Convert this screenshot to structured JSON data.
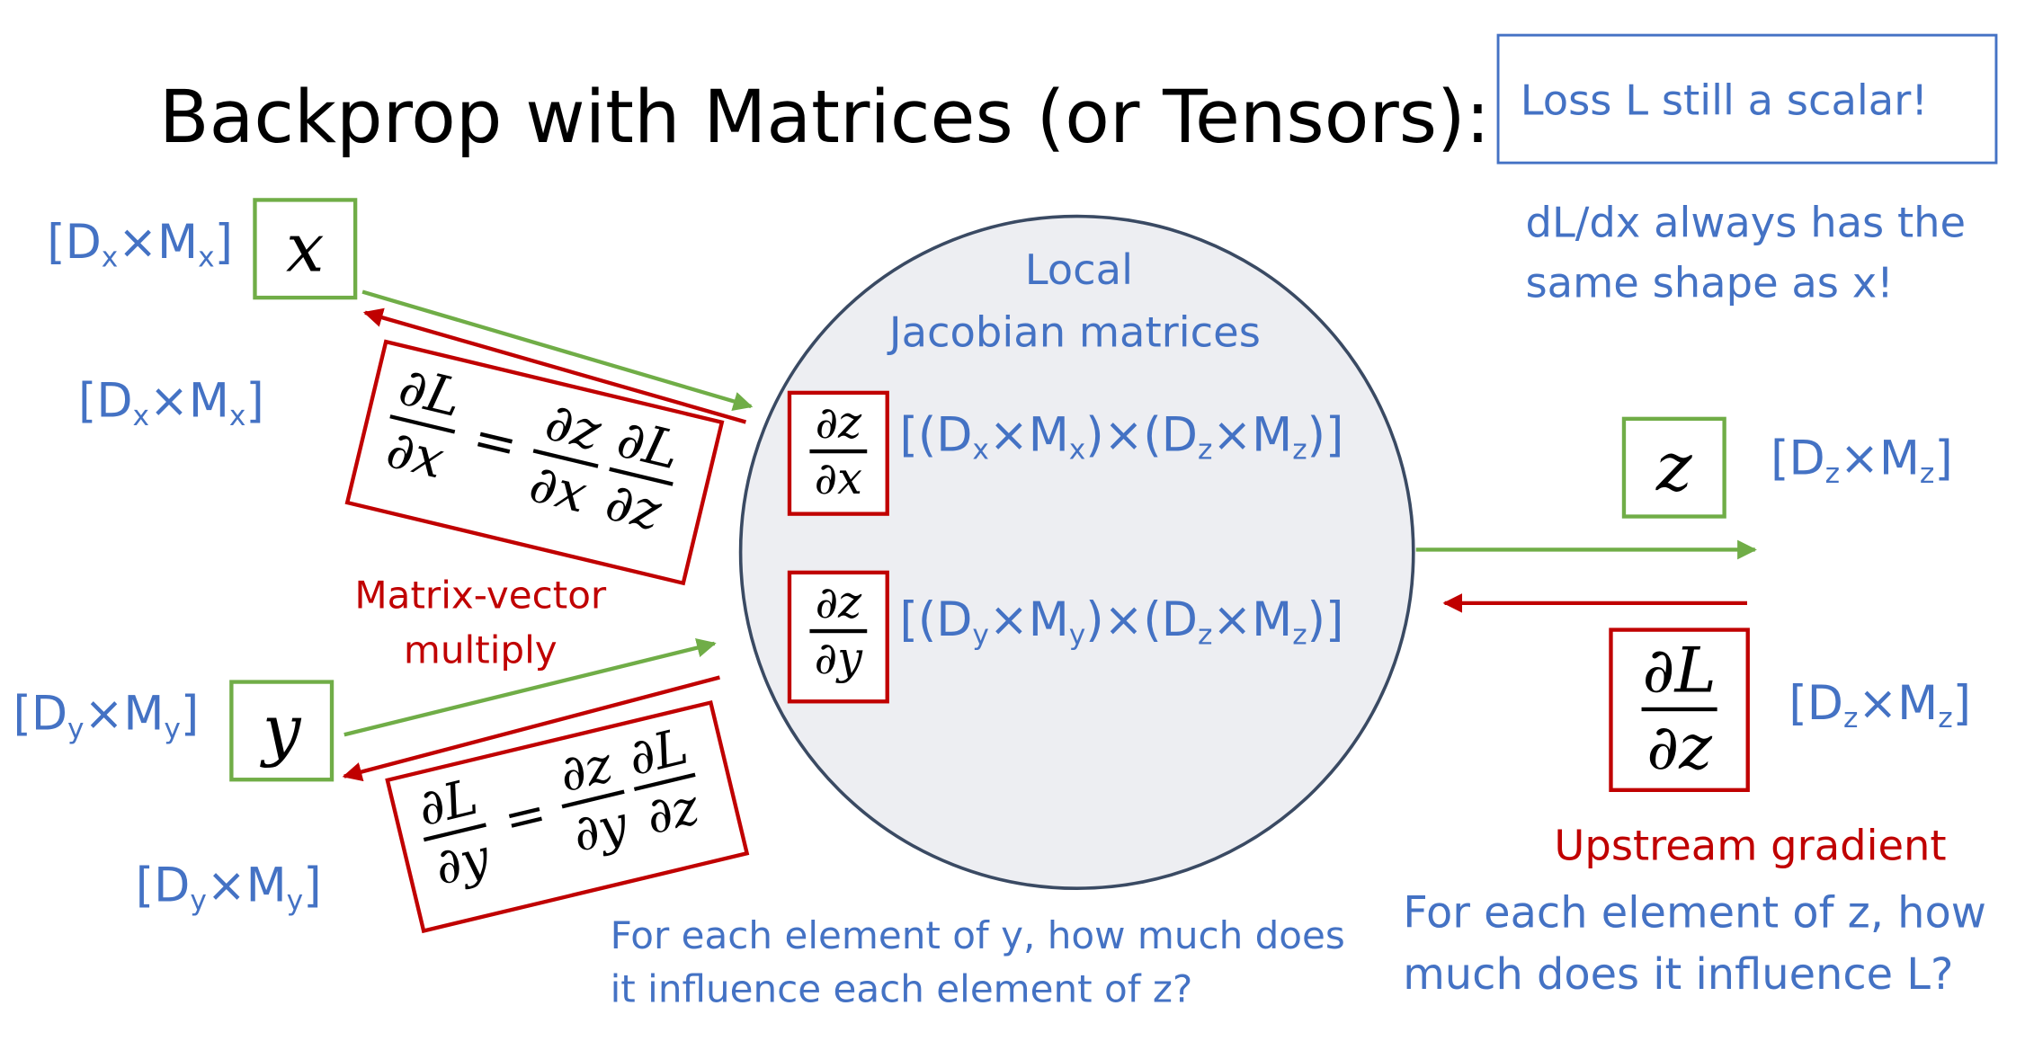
{
  "title": "Backprop with Matrices (or Tensors):",
  "loss_box": {
    "text": "Loss L still a scalar!"
  },
  "shape_note": {
    "line1": "dL/dx always has the",
    "line2": "same shape as x!"
  },
  "node": {
    "label_line1": "Local",
    "label_line2": "Jacobian matrices"
  },
  "variables": {
    "x": "x",
    "y": "y",
    "z": "z"
  },
  "dims": {
    "x_top": {
      "pre": "[D",
      "s1": "x",
      "mid": "×M",
      "s2": "x",
      "post": "]"
    },
    "x_grad": {
      "pre": "[D",
      "s1": "x",
      "mid": "×M",
      "s2": "x",
      "post": "]"
    },
    "y_top": {
      "pre": "[D",
      "s1": "y",
      "mid": "×M",
      "s2": "y",
      "post": "]"
    },
    "y_grad": {
      "pre": "[D",
      "s1": "y",
      "mid": "×M",
      "s2": "y",
      "post": "]"
    },
    "z_top": {
      "pre": "[D",
      "s1": "z",
      "mid": "×M",
      "s2": "z",
      "post": "]"
    },
    "z_grad": {
      "pre": "[D",
      "s1": "z",
      "mid": "×M",
      "s2": "z",
      "post": "]"
    },
    "jac_x": {
      "a": "[(D",
      "s1": "x",
      "b": "×M",
      "s2": "x",
      "c": ")×(D",
      "s3": "z",
      "d": "×M",
      "s4": "z",
      "e": ")]"
    },
    "jac_y": {
      "a": "[(D",
      "s1": "y",
      "b": "×M",
      "s2": "y",
      "c": ")×(D",
      "s3": "z",
      "d": "×M",
      "s4": "z",
      "e": ")]"
    }
  },
  "equations": {
    "dLdx": {
      "lhs_n": "∂L",
      "lhs_d": "∂x",
      "eq": "=",
      "f1_n": "∂z",
      "f1_d": "∂x",
      "f2_n": "∂L",
      "f2_d": "∂z"
    },
    "dLdy": {
      "lhs_n": "∂L",
      "lhs_d": "∂y",
      "eq": "=",
      "f1_n": "∂z",
      "f1_d": "∂y",
      "f2_n": "∂L",
      "f2_d": "∂z"
    },
    "dzdx": {
      "n": "∂z",
      "d": "∂x"
    },
    "dzdy": {
      "n": "∂z",
      "d": "∂y"
    },
    "dLdz": {
      "n": "∂L",
      "d": "∂z"
    }
  },
  "labels": {
    "matrix_vector_line1": "Matrix-vector",
    "matrix_vector_line2": "multiply",
    "upstream": "Upstream gradient",
    "y_influence_line1": "For each element of y, how much does",
    "y_influence_line2": "it influence each element of z?",
    "z_influence_line1": "For each element of z, how",
    "z_influence_line2": "much does it influence L?"
  },
  "colors": {
    "blue": "#4472C4",
    "red": "#C00000",
    "green": "#70AD47",
    "node_fill": "#EDEEF2",
    "node_stroke": "#3A4A63"
  }
}
